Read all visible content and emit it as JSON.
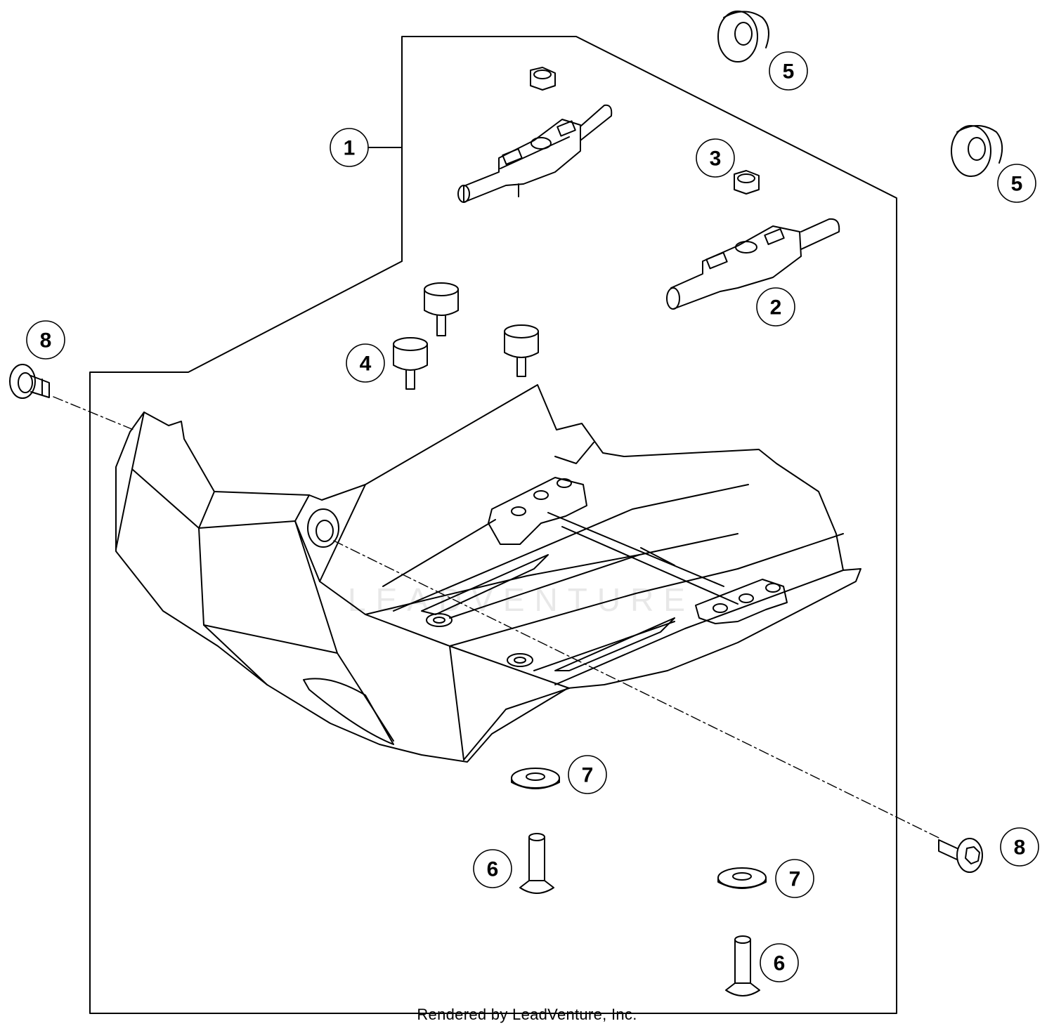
{
  "watermark": "LEADVENTURE",
  "footer": "Rendered by LeadVenture, Inc.",
  "callouts": {
    "c1": "1",
    "c2": "2",
    "c3": "3",
    "c4": "4",
    "c5a": "5",
    "c5b": "5",
    "c6a": "6",
    "c6b": "6",
    "c7a": "7",
    "c7b": "7",
    "c8a": "8",
    "c8b": "8"
  }
}
